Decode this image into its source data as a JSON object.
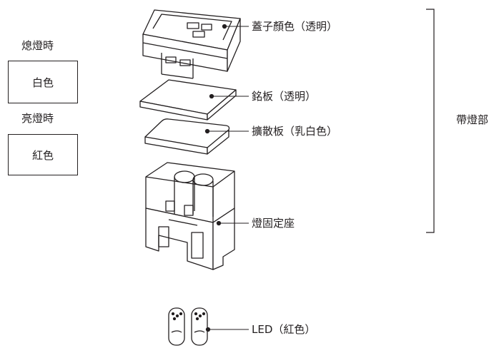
{
  "legend": {
    "off_heading": "熄燈時",
    "off_color": "白色",
    "on_heading": "亮燈時",
    "on_color": "紅色"
  },
  "parts": {
    "cover": "蓋子顏色（透明）",
    "nameplate": "銘板（透明）",
    "diffuser": "擴散板（乳白色）",
    "holder": "燈固定座",
    "led": "LED（紅色）"
  },
  "group_label": "帶燈部"
}
